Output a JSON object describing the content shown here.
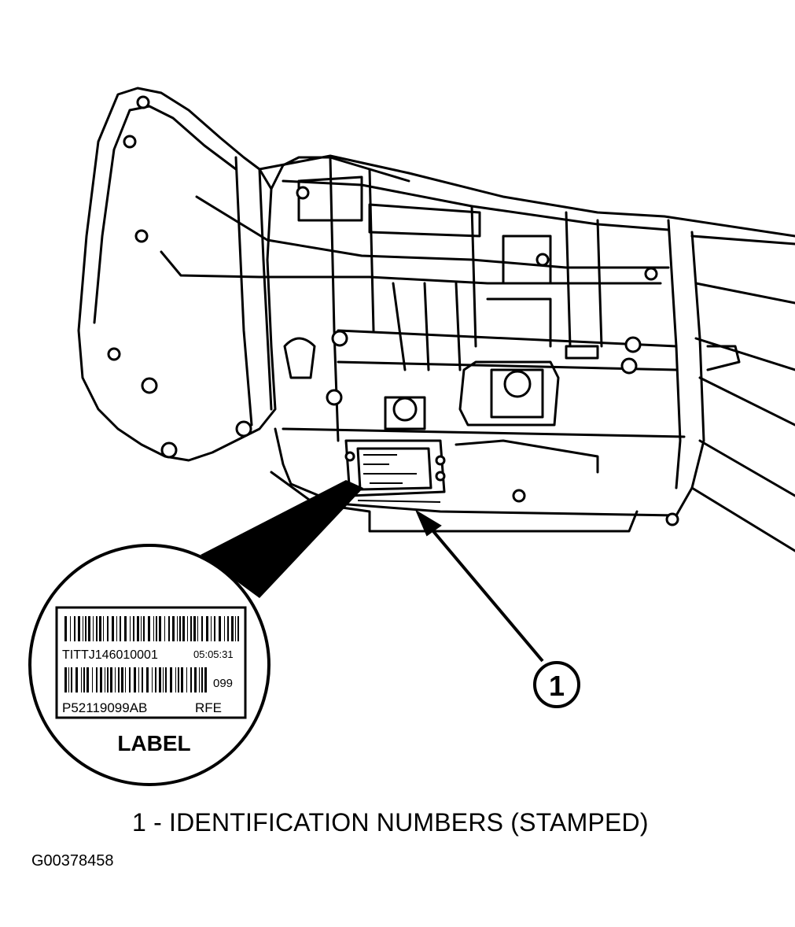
{
  "callout": {
    "number": "1"
  },
  "label_inset": {
    "serial": "TITTJ146010001",
    "time": "05:05:31",
    "code": "099",
    "part_number": "P52119099AB",
    "type": "RFE",
    "title": "LABEL"
  },
  "caption": "1 - IDENTIFICATION NUMBERS (STAMPED)",
  "figure_id": "G00378458"
}
